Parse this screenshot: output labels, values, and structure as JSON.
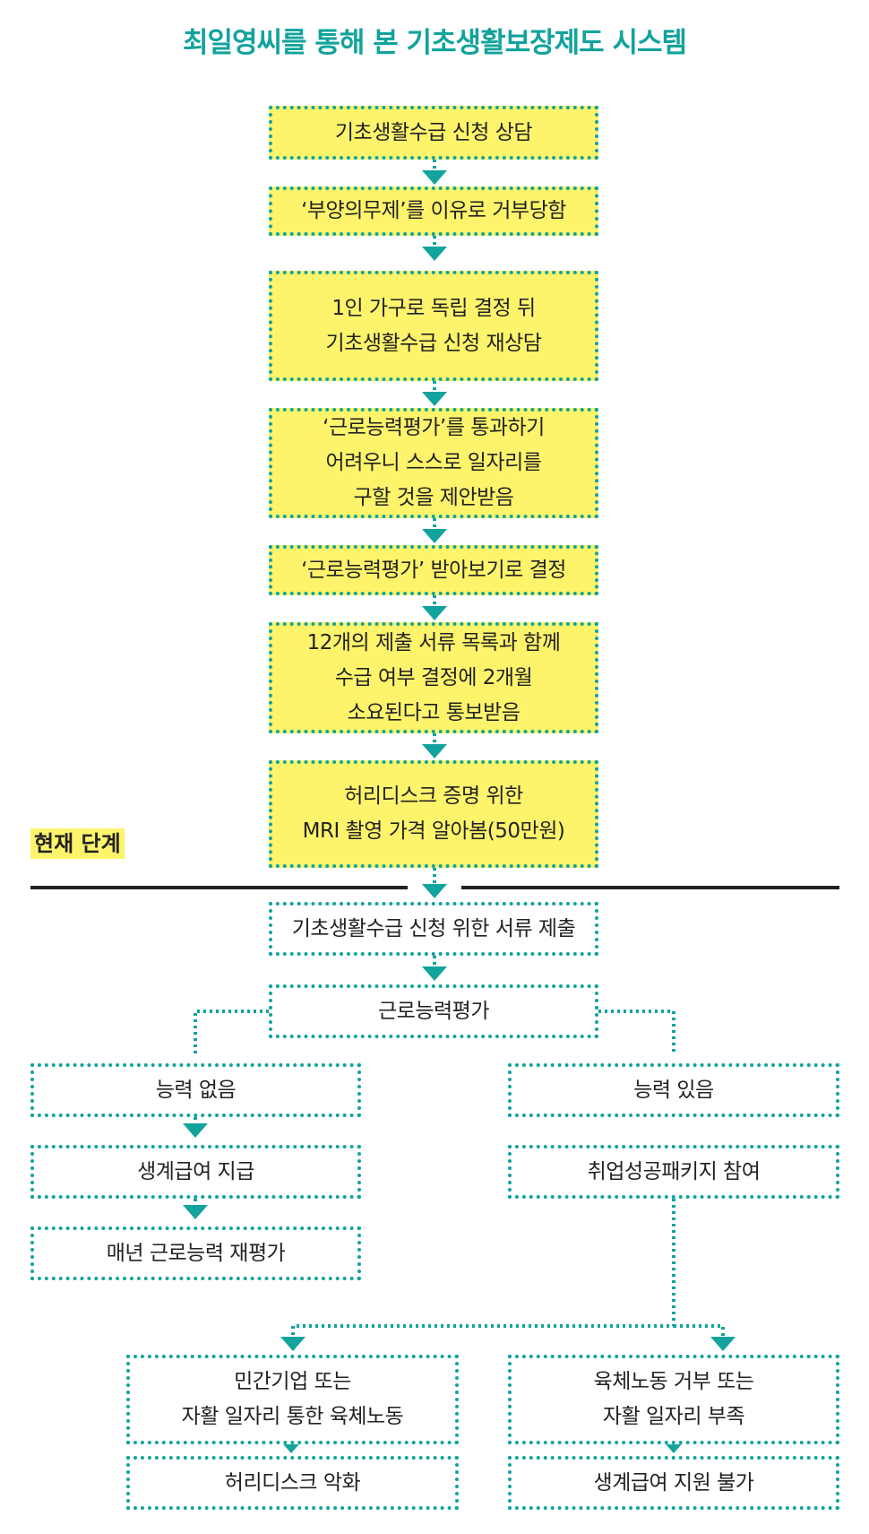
{
  "title": "최일영씨를 통해 본 기초생활보장제도 시스템",
  "current_stage": "현재 단계",
  "steps": [
    {
      "lines": [
        "기초생활수급 신청 상담"
      ]
    },
    {
      "lines": [
        "‘부양의무제’를 이유로 거부당함"
      ]
    },
    {
      "lines": [
        "1인 가구로 독립 결정 뒤",
        "기초생활수급 신청 재상담"
      ]
    },
    {
      "lines": [
        "‘근로능력평가’를 통과하기",
        "어려우니 스스로 일자리를",
        "구할 것을 제안받음"
      ]
    },
    {
      "lines": [
        "‘근로능력평가’ 받아보기로 결정"
      ]
    },
    {
      "lines": [
        "12개의 제출 서류 목록과 함께",
        "수급 여부 결정에 2개월",
        "소요된다고 통보받음"
      ]
    },
    {
      "lines": [
        "허리디스크 증명 위한",
        "MRI 촬영 가격 알아봄(50만원)"
      ]
    }
  ],
  "after": {
    "submit": "기초생활수급 신청 위한 서류 제출",
    "evaluation": "근로능력평가",
    "left": [
      "능력 없음",
      "생계급여 지급",
      "매년 근로능력 재평가"
    ],
    "right": [
      "능력 있음",
      "취업성공패키지 참여"
    ],
    "branch_left": {
      "lines": [
        "민간기업 또는",
        "자활 일자리 통한 육체노동"
      ],
      "result": "허리디스크 악화"
    },
    "branch_right": {
      "lines": [
        "육체노동 거부 또는",
        "자활 일자리 부족"
      ],
      "result": "생계급여 지원 불가"
    }
  },
  "colors": {
    "teal": "#12a39c",
    "yellow": "#fdf46b",
    "dark": "#222222"
  }
}
